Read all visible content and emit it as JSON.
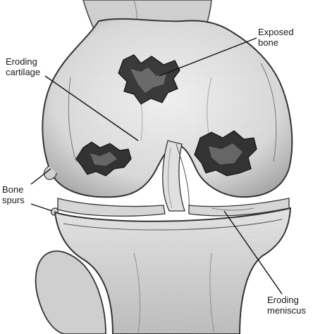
{
  "labels": {
    "exposed_bone": [
      "Exposed",
      "bone"
    ],
    "eroding_cartilage": [
      "Eroding",
      "cartilage"
    ],
    "bone_spurs": [
      "Bone",
      "spurs"
    ],
    "eroding_meniscus": [
      "Eroding",
      "meniscus"
    ]
  },
  "colors": {
    "ink": "#1a1a1a",
    "bone_light": "#e9e9e9",
    "bone_shadow": "#9a9a9a",
    "lesion": "#2b2b2b"
  }
}
